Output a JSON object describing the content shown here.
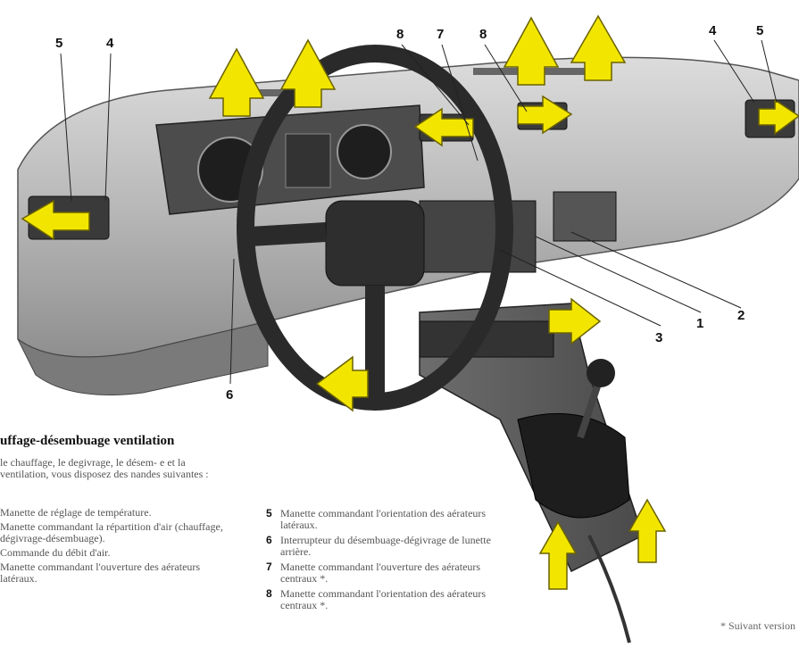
{
  "callouts": {
    "c5_left": "5",
    "c4_left": "4",
    "c8_left": "8",
    "c7": "7",
    "c8_right": "8",
    "c4_right": "4",
    "c5_right": "5",
    "c6": "6",
    "c3": "3",
    "c1": "1",
    "c2": "2"
  },
  "text": {
    "heading": "uffage-désembuage ventilation",
    "intro": "le chauffage, le degivrage, le désem- e et la ventilation, vous disposez des nandes suivantes :",
    "left_items": [
      "Manette de réglage de température.",
      "Manette commandant la répartition d'air (chauffage, dégivrage-désembuage).",
      "Commande du débit d'air.",
      "Manette commandant l'ouverture des aérateurs latéraux."
    ],
    "right_items": [
      {
        "num": "5",
        "label": "Manette commandant l'orientation des aérateurs latéraux."
      },
      {
        "num": "6",
        "label": "Interrupteur du désembuage-dégivrage de lunette arrière."
      },
      {
        "num": "7",
        "label": "Manette commandant l'ouverture des aérateurs centraux *."
      },
      {
        "num": "8",
        "label": "Manette commandant l'orientation des aérateurs centraux *."
      }
    ],
    "footnote": "* Suivant version"
  },
  "colors": {
    "arrow": "#f2e600",
    "arrow_outline": "#6b6200",
    "dash": "#bdbdbd",
    "dash_dark": "#6f6f6f",
    "wheel": "#2a2a2a"
  }
}
